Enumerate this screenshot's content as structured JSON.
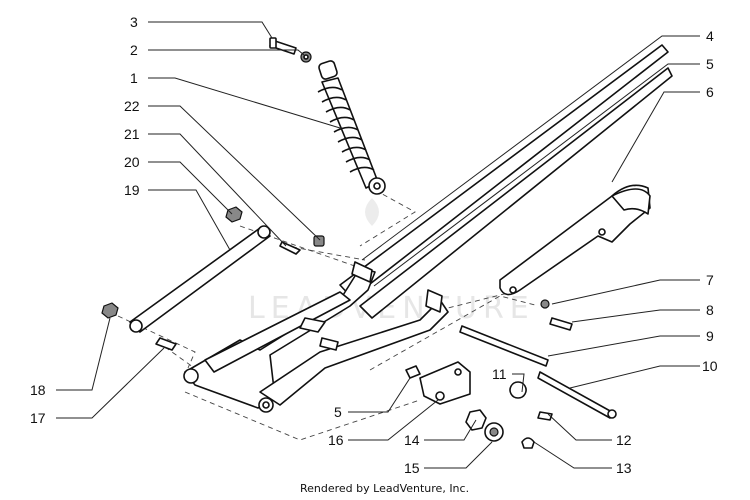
{
  "callouts": [
    {
      "id": "c1",
      "text": "1"
    },
    {
      "id": "c2",
      "text": "2"
    },
    {
      "id": "c3",
      "text": "3"
    },
    {
      "id": "c4",
      "text": "4"
    },
    {
      "id": "c5a",
      "text": "5"
    },
    {
      "id": "c6",
      "text": "6"
    },
    {
      "id": "c7",
      "text": "7"
    },
    {
      "id": "c8",
      "text": "8"
    },
    {
      "id": "c9",
      "text": "9"
    },
    {
      "id": "c10",
      "text": "10"
    },
    {
      "id": "c11",
      "text": "11"
    },
    {
      "id": "c12",
      "text": "12"
    },
    {
      "id": "c13",
      "text": "13"
    },
    {
      "id": "c14",
      "text": "14"
    },
    {
      "id": "c15",
      "text": "15"
    },
    {
      "id": "c16",
      "text": "16"
    },
    {
      "id": "c17",
      "text": "17"
    },
    {
      "id": "c18",
      "text": "18"
    },
    {
      "id": "c19",
      "text": "19"
    },
    {
      "id": "c20",
      "text": "20"
    },
    {
      "id": "c21",
      "text": "21"
    },
    {
      "id": "c22",
      "text": "22"
    },
    {
      "id": "c5b",
      "text": "5"
    }
  ],
  "watermark": "LEADVENTURE",
  "credit": "Rendered by LeadVenture, Inc."
}
